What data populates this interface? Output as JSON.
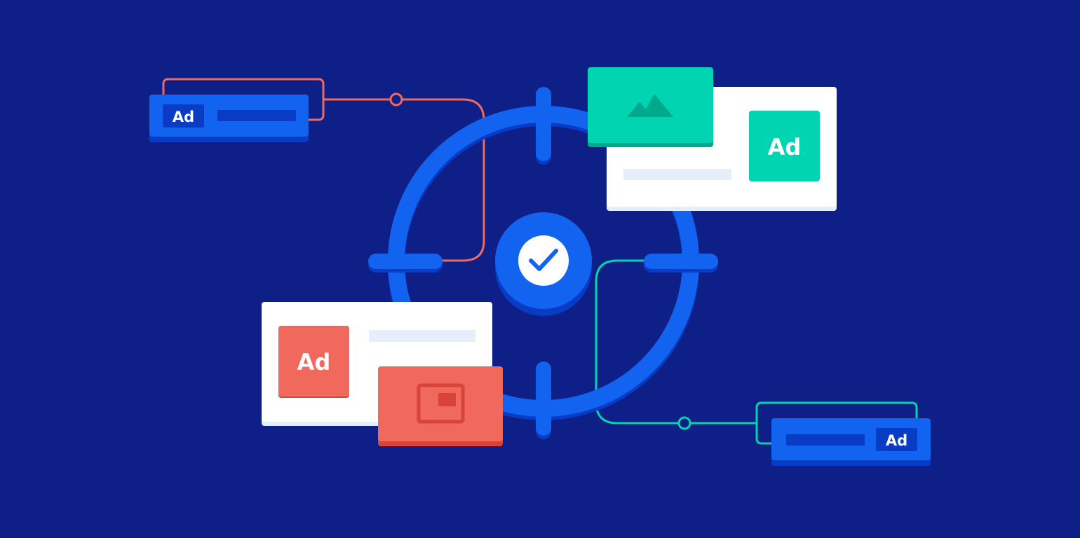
{
  "ad_labels": {
    "top_left_banner": "Ad",
    "top_right_card": "Ad",
    "bottom_left_card": "Ad",
    "bottom_right_banner": "Ad"
  },
  "icons": {
    "center": "checkmark-icon",
    "green_thumbnail": "mountain-image-icon",
    "red_thumbnail": "picture-in-picture-icon"
  },
  "colors": {
    "background": "#0e1f87",
    "primary_blue": "#1163f0",
    "dark_blue": "#0a3bc4",
    "coral": "#f0695c",
    "coral_dark": "#d8443a",
    "teal": "#00d4b0",
    "teal_dark": "#00a98c",
    "white": "#ffffff",
    "placeholder": "#e4effa"
  }
}
